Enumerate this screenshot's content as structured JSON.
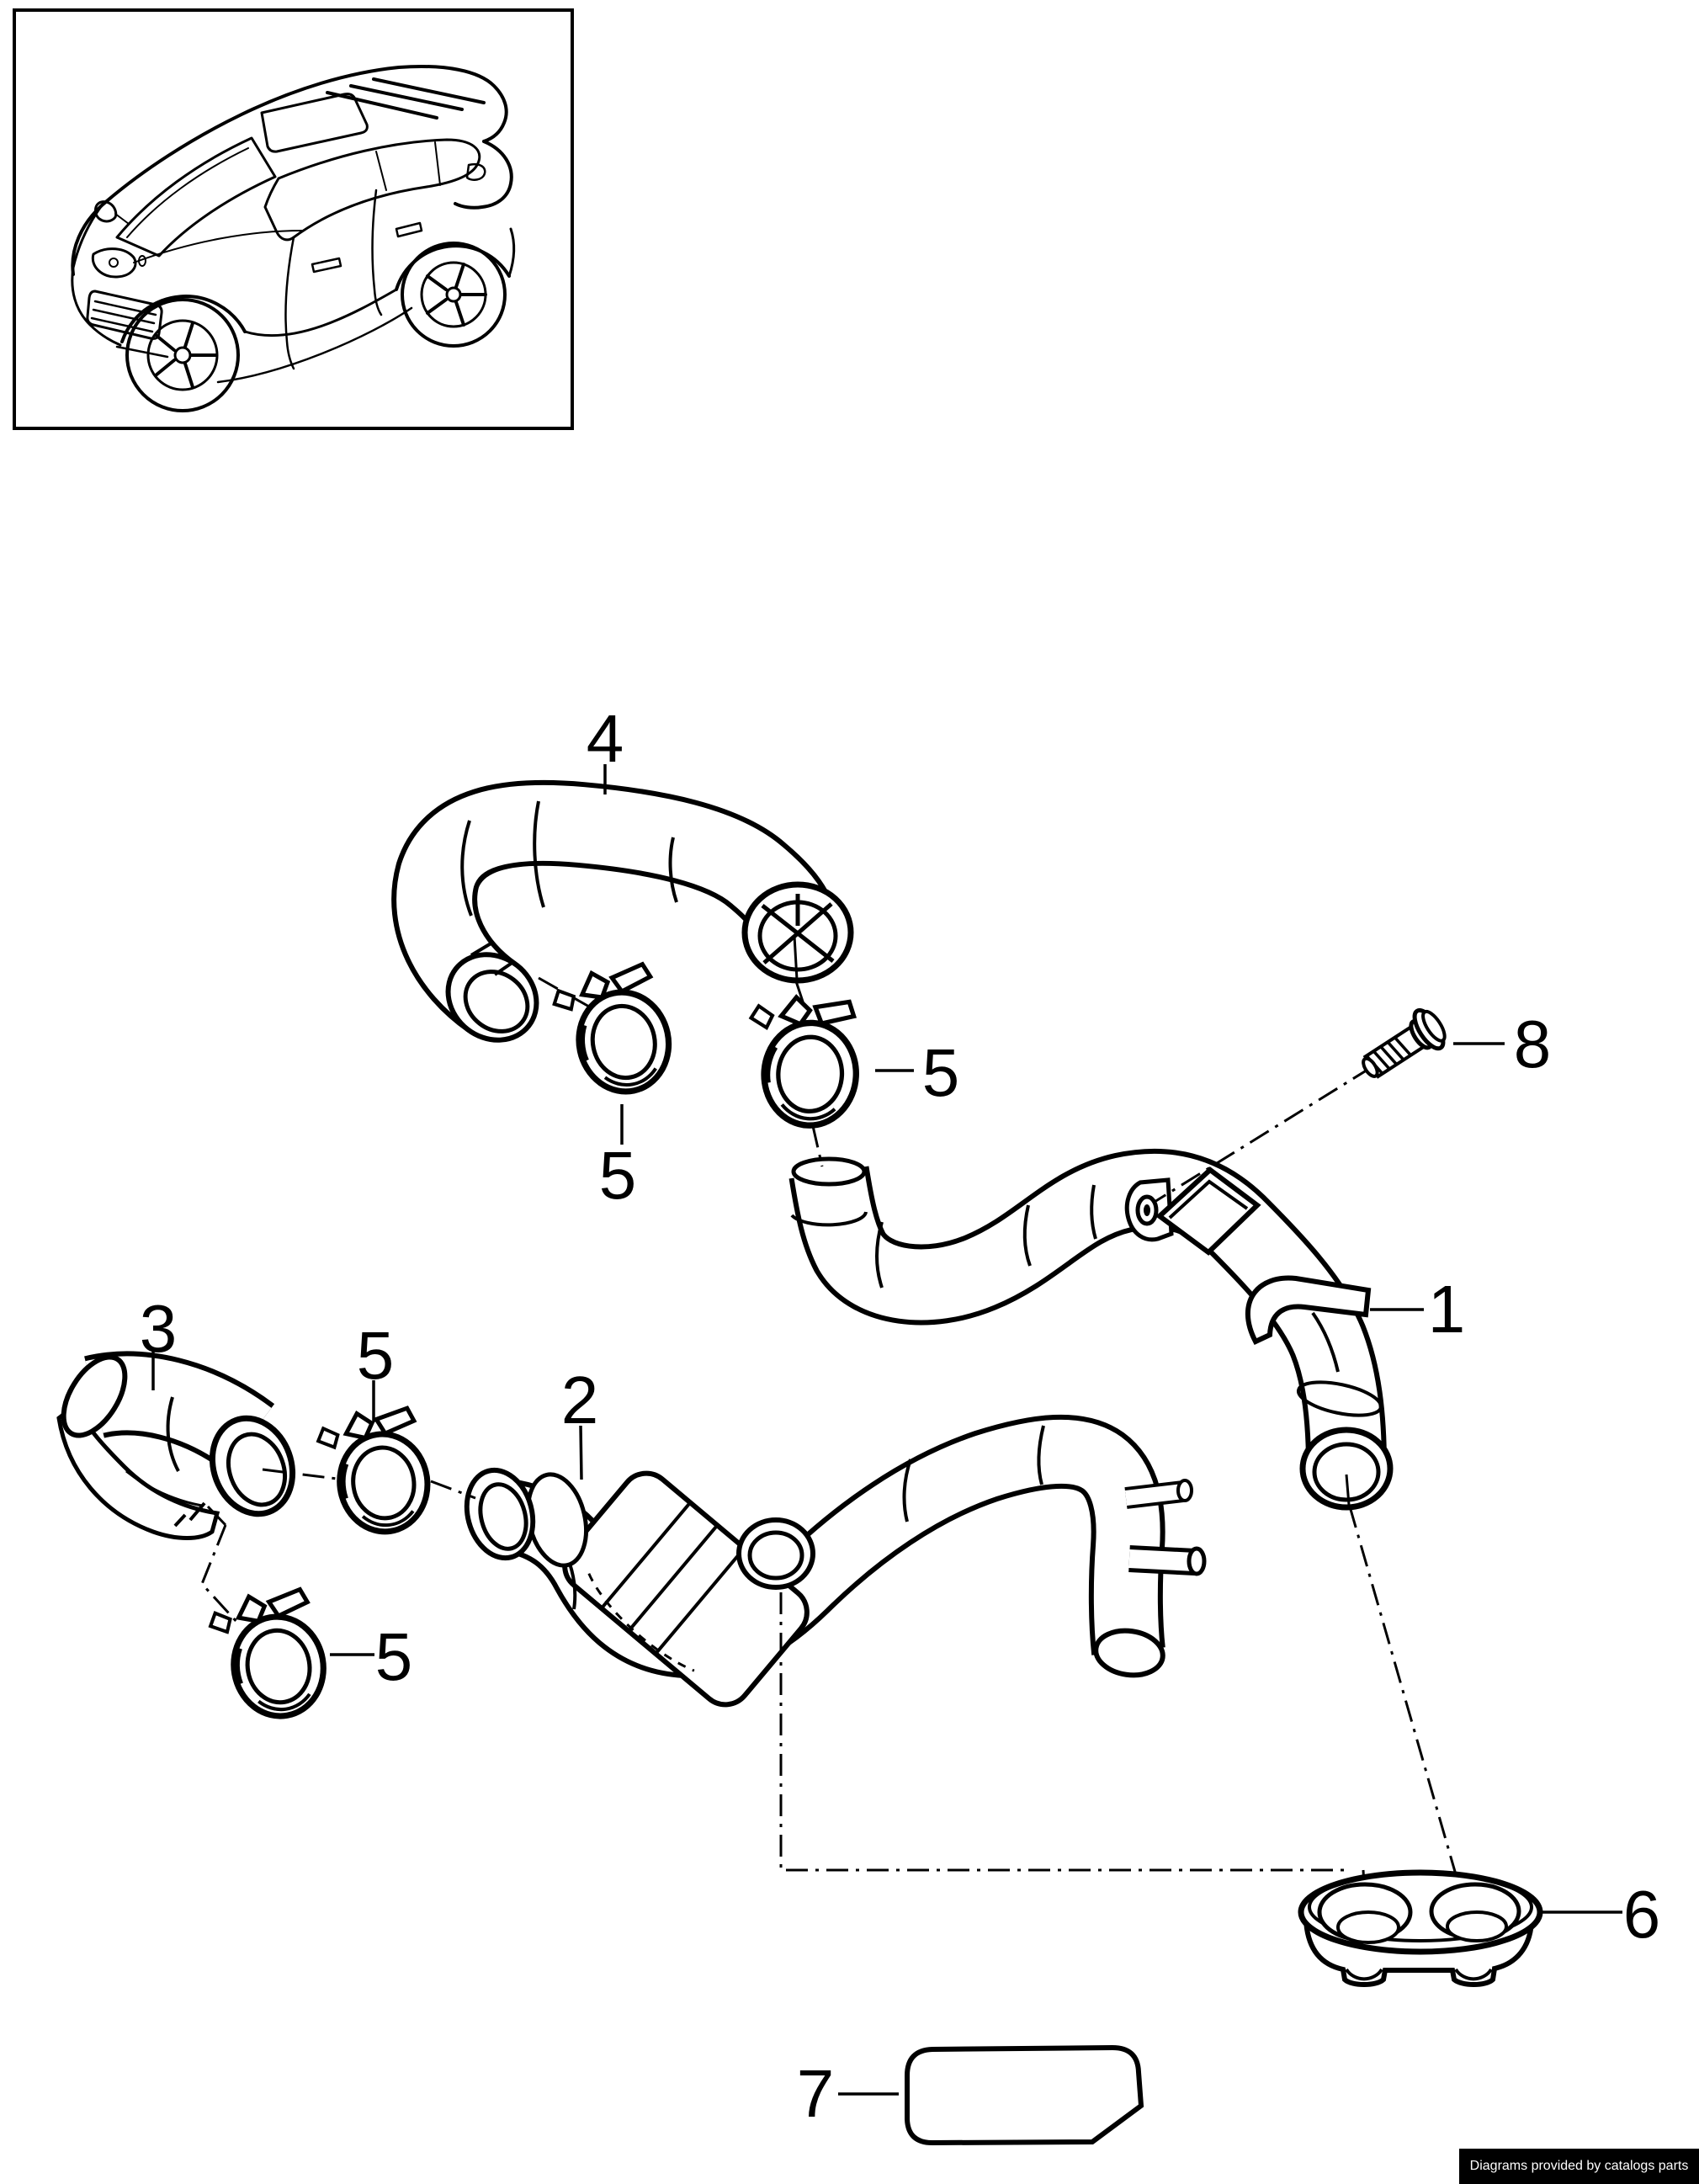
{
  "labels": {
    "part1": "1",
    "part2": "2",
    "part3": "3",
    "part4": "4",
    "part5": "5",
    "part6": "6",
    "part7": "7",
    "part8": "8"
  },
  "watermark": {
    "text": "Diagrams provided by catalogs parts",
    "background": "#000000",
    "color": "#ffffff"
  },
  "diagram": {
    "line_color": "#000000",
    "background": "#ffffff"
  }
}
